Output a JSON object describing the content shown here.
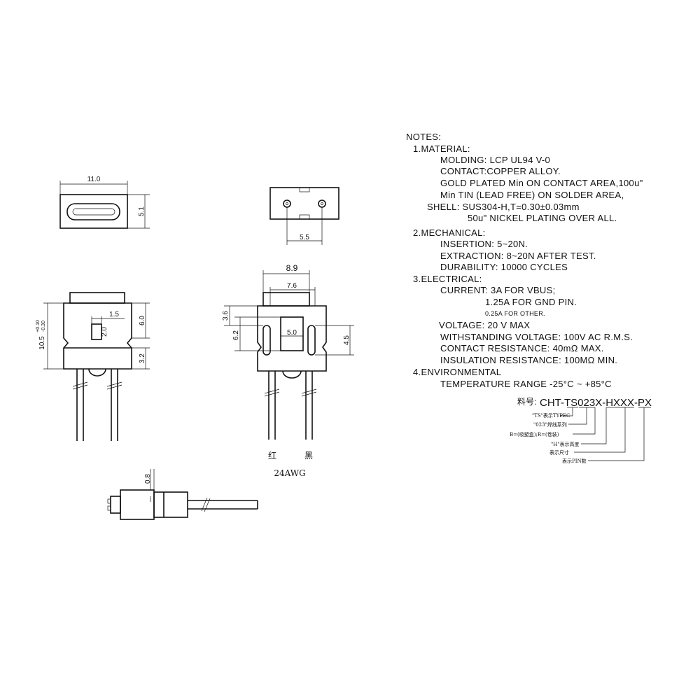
{
  "dimensions": {
    "front_width": "11.0",
    "front_height": "5.1",
    "top_pitch": "5.5",
    "side_total_height": "10.5",
    "side_tol_plus": "+0.10",
    "side_tol_minus": "-0.30",
    "side_slot_width": "1.5",
    "side_slot_depth": "2.0",
    "side_upper": "6.0",
    "side_lower": "3.2",
    "back_width_outer": "8.9",
    "back_width_inner": "7.6",
    "back_top": "3.6",
    "back_left": "6.2",
    "back_right": "4.5",
    "back_center": "5.0",
    "profile_thickness": "0.8"
  },
  "wire_labels": {
    "red": "红",
    "black": "黑",
    "gauge": "24AWG"
  },
  "notes": {
    "title": "NOTES:",
    "s1_title": "1.MATERIAL:",
    "s1_l1": "MOLDING: LCP UL94 V-0",
    "s1_l2": "CONTACT:COPPER ALLOY.",
    "s1_l3": "GOLD PLATED Min ON CONTACT AREA,100u\"",
    "s1_l4": "Min TIN (LEAD FREE) ON SOLDER AREA,",
    "s1_l5": "SHELL: SUS304-H,T=0.30±0.03mm",
    "s1_l6": "50u\" NICKEL PLATING OVER ALL.",
    "s2_title": "2.MECHANICAL:",
    "s2_l1": "INSERTION: 5~20N.",
    "s2_l2": "EXTRACTION: 8~20N AFTER TEST.",
    "s2_l3": "DURABILITY: 10000 CYCLES",
    "s3_title": "3.ELECTRICAL:",
    "s3_l1": "CURRENT: 3A FOR VBUS;",
    "s3_l2": "1.25A FOR GND PIN.",
    "s3_l3": "0.25A FOR OTHER.",
    "s3_l4": "VOLTAGE: 20 V MAX",
    "s3_l5": "WITHSTANDING VOLTAGE: 100V AC R.M.S.",
    "s3_l6": "CONTACT RESISTANCE: 40mΩ MAX.",
    "s3_l7": "INSULATION RESISTANCE: 100MΩ MIN.",
    "s4_title": "4.ENVIRONMENTAL",
    "s4_l1": "TEMPERATURE RANGE -25°C ~ +85°C"
  },
  "part_number": {
    "label": "料号:",
    "code": "CHT-TS023X-HXXX-PX",
    "legend_1": "\"TS\"表示TYPEC",
    "legend_2": "\"023\"焊线系列",
    "legend_3": "B=(吸塑盒);R=(卷装)",
    "legend_4": "\"H\"表示高度",
    "legend_5": "表示尺寸",
    "legend_6": "表示PIN数"
  }
}
